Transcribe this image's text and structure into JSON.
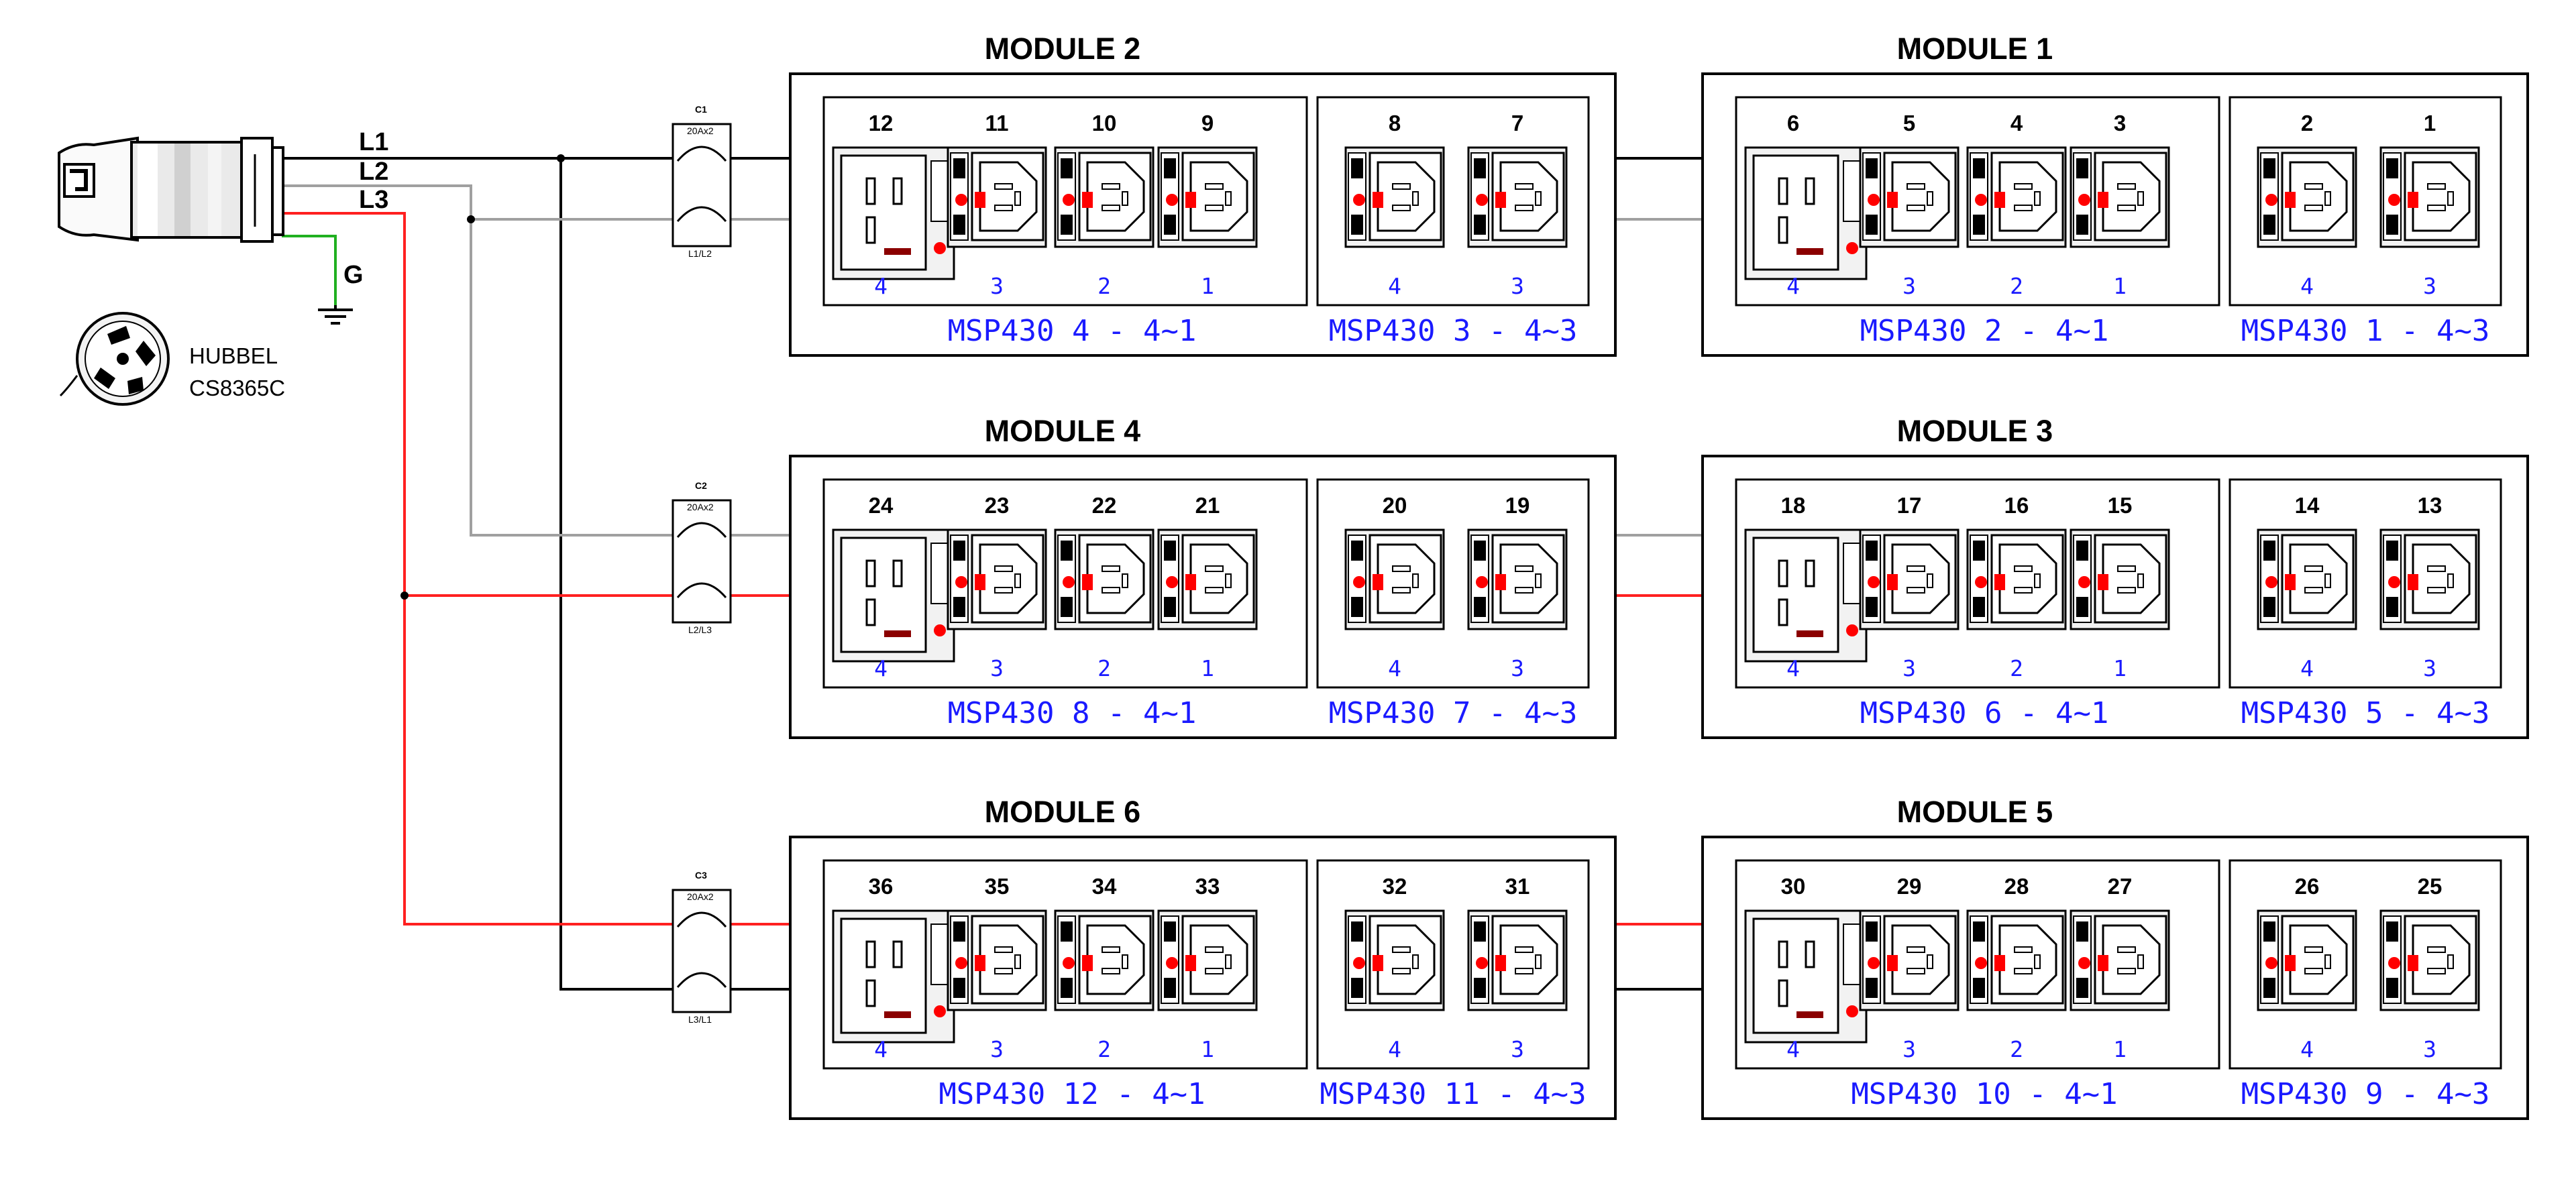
{
  "feed": {
    "phases": [
      "L1",
      "L2",
      "L3"
    ],
    "ground": "G",
    "plug_brand": "HUBBEL",
    "plug_model": "CS8365C"
  },
  "breakers": [
    {
      "id": "C1",
      "rating": "20Ax2",
      "lines": "L1/L2"
    },
    {
      "id": "C2",
      "rating": "20Ax2",
      "lines": "L2/L3"
    },
    {
      "id": "C3",
      "rating": "20Ax2",
      "lines": "L3/L1"
    }
  ],
  "colors": {
    "L1": "#000000",
    "L2": "#a0a0a0",
    "L3": "#ff2020",
    "ground": "#20b020",
    "label_blue": "#1a1aff",
    "indicator_red": "#ff0000"
  },
  "modules": [
    {
      "title": "MODULE 2",
      "left": {
        "outlets": [
          "12",
          "11",
          "10",
          "9"
        ],
        "ports": [
          "4",
          "3",
          "2",
          "1"
        ],
        "label": "MSP430 4 - 4~1"
      },
      "right": {
        "outlets": [
          "8",
          "7"
        ],
        "ports": [
          "4",
          "3"
        ],
        "label": "MSP430 3 - 4~3"
      }
    },
    {
      "title": "MODULE 1",
      "left": {
        "outlets": [
          "6",
          "5",
          "4",
          "3"
        ],
        "ports": [
          "4",
          "3",
          "2",
          "1"
        ],
        "label": "MSP430 2 - 4~1"
      },
      "right": {
        "outlets": [
          "2",
          "1"
        ],
        "ports": [
          "4",
          "3"
        ],
        "label": "MSP430 1 - 4~3"
      }
    },
    {
      "title": "MODULE 4",
      "left": {
        "outlets": [
          "24",
          "23",
          "22",
          "21"
        ],
        "ports": [
          "4",
          "3",
          "2",
          "1"
        ],
        "label": "MSP430 8 - 4~1"
      },
      "right": {
        "outlets": [
          "20",
          "19"
        ],
        "ports": [
          "4",
          "3"
        ],
        "label": "MSP430 7 - 4~3"
      }
    },
    {
      "title": "MODULE 3",
      "left": {
        "outlets": [
          "18",
          "17",
          "16",
          "15"
        ],
        "ports": [
          "4",
          "3",
          "2",
          "1"
        ],
        "label": "MSP430 6 - 4~1"
      },
      "right": {
        "outlets": [
          "14",
          "13"
        ],
        "ports": [
          "4",
          "3"
        ],
        "label": "MSP430 5 - 4~3"
      }
    },
    {
      "title": "MODULE 6",
      "left": {
        "outlets": [
          "36",
          "35",
          "34",
          "33"
        ],
        "ports": [
          "4",
          "3",
          "2",
          "1"
        ],
        "label": "MSP430 12 - 4~1"
      },
      "right": {
        "outlets": [
          "32",
          "31"
        ],
        "ports": [
          "4",
          "3"
        ],
        "label": "MSP430 11 - 4~3"
      }
    },
    {
      "title": "MODULE 5",
      "left": {
        "outlets": [
          "30",
          "29",
          "28",
          "27"
        ],
        "ports": [
          "4",
          "3",
          "2",
          "1"
        ],
        "label": "MSP430 10 - 4~1"
      },
      "right": {
        "outlets": [
          "26",
          "25"
        ],
        "ports": [
          "4",
          "3"
        ],
        "label": "MSP430 9 - 4~3"
      }
    }
  ]
}
